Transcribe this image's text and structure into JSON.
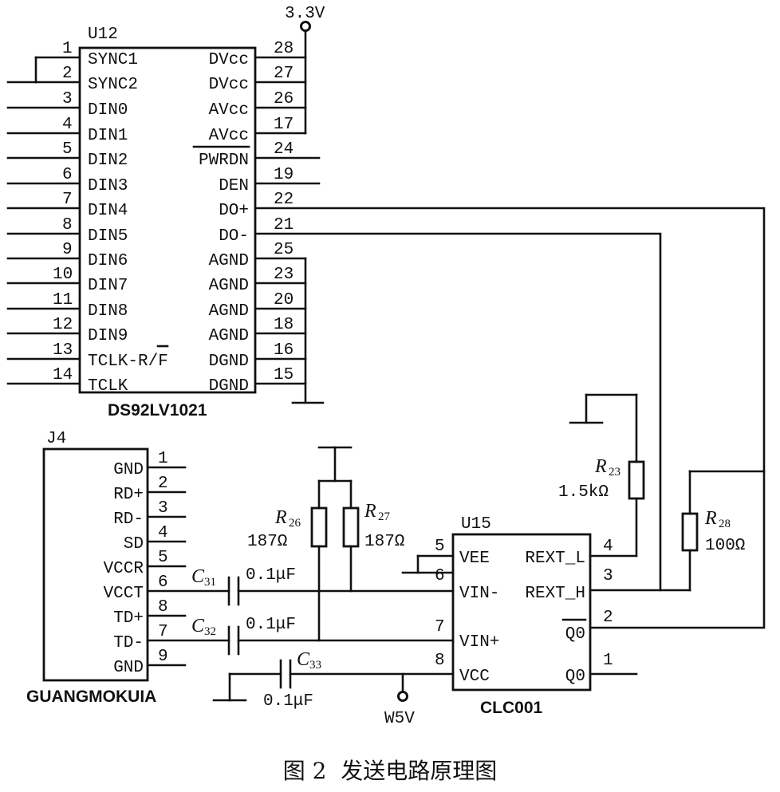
{
  "caption": "图 2  发送电路原理图",
  "u12": {
    "ref": "U12",
    "part": "DS92LV1021",
    "supply_label": "3.3V",
    "left_pins": [
      {
        "num": "1",
        "name": "SYNC1"
      },
      {
        "num": "2",
        "name": "SYNC2"
      },
      {
        "num": "3",
        "name": "DIN0"
      },
      {
        "num": "4",
        "name": "DIN1"
      },
      {
        "num": "5",
        "name": "DIN2"
      },
      {
        "num": "6",
        "name": "DIN3"
      },
      {
        "num": "7",
        "name": "DIN4"
      },
      {
        "num": "8",
        "name": "DIN5"
      },
      {
        "num": "9",
        "name": "DIN6"
      },
      {
        "num": "10",
        "name": "DIN7"
      },
      {
        "num": "11",
        "name": "DIN8"
      },
      {
        "num": "12",
        "name": "DIN9"
      },
      {
        "num": "13",
        "name": "TCLK-R/F"
      },
      {
        "num": "14",
        "name": "TCLK"
      }
    ],
    "right_pins": [
      {
        "num": "28",
        "name": "DVcc"
      },
      {
        "num": "27",
        "name": "DVcc"
      },
      {
        "num": "26",
        "name": "AVcc"
      },
      {
        "num": "17",
        "name": "AVcc"
      },
      {
        "num": "24",
        "name": "PWRDN"
      },
      {
        "num": "19",
        "name": "DEN"
      },
      {
        "num": "22",
        "name": "DO+"
      },
      {
        "num": "21",
        "name": "DO-"
      },
      {
        "num": "25",
        "name": "AGND"
      },
      {
        "num": "23",
        "name": "AGND"
      },
      {
        "num": "20",
        "name": "AGND"
      },
      {
        "num": "18",
        "name": "AGND"
      },
      {
        "num": "16",
        "name": "DGND"
      },
      {
        "num": "15",
        "name": "DGND"
      }
    ]
  },
  "j4": {
    "ref": "J4",
    "part": "GUANGMOKUIA",
    "pins": [
      {
        "num": "1",
        "name": "GND"
      },
      {
        "num": "2",
        "name": "RD+"
      },
      {
        "num": "3",
        "name": "RD-"
      },
      {
        "num": "4",
        "name": "SD"
      },
      {
        "num": "5",
        "name": "VCCR"
      },
      {
        "num": "6",
        "name": "VCCT"
      },
      {
        "num": "8",
        "name": "TD+"
      },
      {
        "num": "7",
        "name": "TD-"
      },
      {
        "num": "9",
        "name": "GND"
      }
    ]
  },
  "u15": {
    "ref": "U15",
    "part": "CLC001",
    "supply_label": "W5V",
    "left_pins": [
      {
        "num": "5",
        "name": "VEE"
      },
      {
        "num": "6",
        "name": "VIN-"
      },
      {
        "num": "7",
        "name": "VIN+"
      },
      {
        "num": "8",
        "name": "VCC"
      }
    ],
    "right_pins": [
      {
        "num": "4",
        "name": "REXT_L"
      },
      {
        "num": "3",
        "name": "REXT_H"
      },
      {
        "num": "2",
        "name": "Q0"
      },
      {
        "num": "1",
        "name": "Q0"
      }
    ]
  },
  "components": {
    "r23": {
      "letter": "R",
      "sub": "23",
      "value": "1.5kΩ"
    },
    "r26": {
      "letter": "R",
      "sub": "26",
      "value": "187Ω"
    },
    "r27": {
      "letter": "R",
      "sub": "27",
      "value": "187Ω"
    },
    "r28": {
      "letter": "R",
      "sub": "28",
      "value": "100Ω"
    },
    "c31": {
      "letter": "C",
      "sub": "31",
      "value": "0.1μF"
    },
    "c32": {
      "letter": "C",
      "sub": "32",
      "value": "0.1μF"
    },
    "c33": {
      "letter": "C",
      "sub": "33",
      "value": "0.1μF"
    }
  }
}
